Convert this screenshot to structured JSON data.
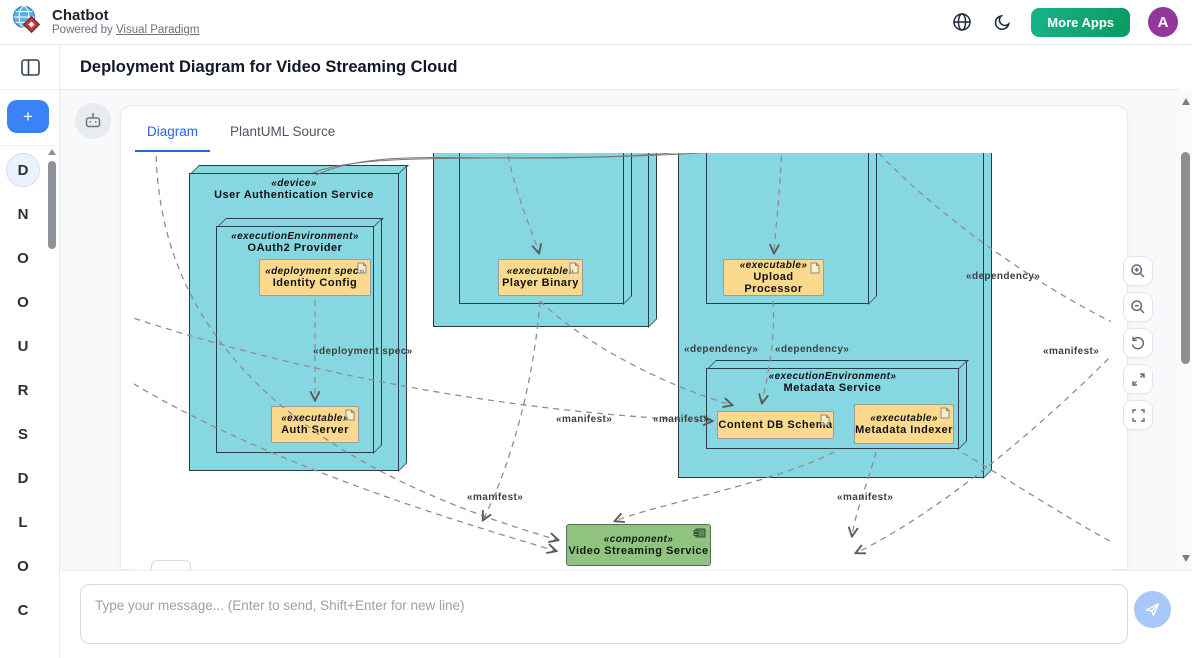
{
  "header": {
    "app_title": "Chatbot",
    "powered_prefix": "Powered by",
    "powered_link": "Visual Paradigm",
    "more_apps": "More Apps",
    "avatar_letter": "A",
    "brand_green": "#0ea371",
    "avatar_purple": "#93379c"
  },
  "sidebar": {
    "new_chat": "+",
    "items": [
      {
        "label": "D",
        "active": true
      },
      {
        "label": "N",
        "active": false
      },
      {
        "label": "O",
        "active": false
      },
      {
        "label": "O",
        "active": false
      },
      {
        "label": "U",
        "active": false
      },
      {
        "label": "R",
        "active": false
      },
      {
        "label": "S",
        "active": false
      },
      {
        "label": "D",
        "active": false
      },
      {
        "label": "L",
        "active": false
      },
      {
        "label": "O",
        "active": false
      },
      {
        "label": "C",
        "active": false
      }
    ]
  },
  "page": {
    "title": "Deployment Diagram for Video Streaming Cloud"
  },
  "tabs": {
    "diagram": "Diagram",
    "source": "PlantUML Source"
  },
  "chat_input": {
    "placeholder": "Type your message... (Enter to send, Shift+Enter for new line)"
  },
  "diagram": {
    "nodes": {
      "auth_device": {
        "stereotype": "«device»",
        "name": "User Authentication Service"
      },
      "oauth_env": {
        "stereotype": "«executionEnvironment»",
        "name": "OAuth2 Provider"
      },
      "metadata_env": {
        "stereotype": "«executionEnvironment»",
        "name": "Metadata Service"
      }
    },
    "artifacts": {
      "identity_config": {
        "stereotype": "«deployment spec»",
        "name": "Identity Config"
      },
      "auth_server": {
        "stereotype": "«executable»",
        "name": "Auth Server"
      },
      "player_binary": {
        "stereotype": "«executable»",
        "name": "Player Binary"
      },
      "upload_processor": {
        "stereotype": "«executable»",
        "name": "Upload Processor"
      },
      "content_db": {
        "name": "Content DB Schema"
      },
      "metadata_indexer": {
        "stereotype": "«executable»",
        "name": "Metadata Indexer"
      }
    },
    "component": {
      "stereotype": "«component»",
      "name": "Video Streaming Service"
    },
    "edge_labels": [
      {
        "text": "«deployment spec»"
      },
      {
        "text": "«manifest»"
      },
      {
        "text": "«manifest»"
      },
      {
        "text": "«manifest»"
      },
      {
        "text": "«manifest»"
      },
      {
        "text": "«manifest»"
      },
      {
        "text": "«dependency»"
      },
      {
        "text": "«dependency»"
      },
      {
        "text": "«dependency»"
      }
    ],
    "colors": {
      "node_fill": "#87d7e2",
      "artifact_fill": "#fbda8e",
      "component_fill": "#90c37f",
      "edge": "#8e8e8e",
      "tab_accent": "#2563eb"
    }
  }
}
